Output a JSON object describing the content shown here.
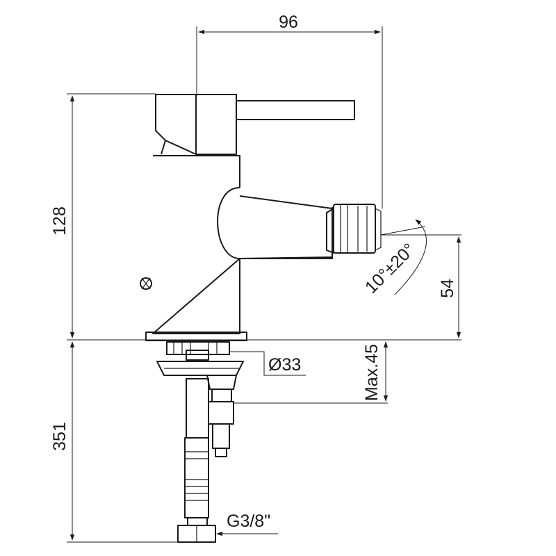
{
  "dimensions": {
    "width_top": "96",
    "height_body": "128",
    "spout_height": "54",
    "angle": "10°±20°",
    "hole_diameter": "Ø33",
    "max_thickness": "Max.45",
    "hose_length": "351",
    "thread": "G3/8\""
  },
  "colors": {
    "line": "#1a1a1a",
    "background": "#ffffff"
  }
}
